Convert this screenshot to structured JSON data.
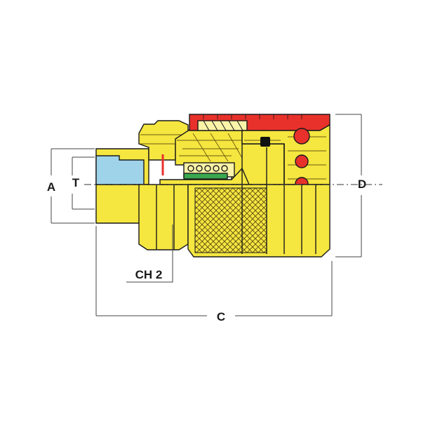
{
  "labels": {
    "A": "A",
    "T": "T",
    "D": "D",
    "CH2": "CH 2",
    "C": "C"
  },
  "colors": {
    "body": "#f5e640",
    "port": "#9fd3ea",
    "sleeve": "#e8312b",
    "ring": "#3aa84f",
    "outline": "#1a1a1a"
  }
}
